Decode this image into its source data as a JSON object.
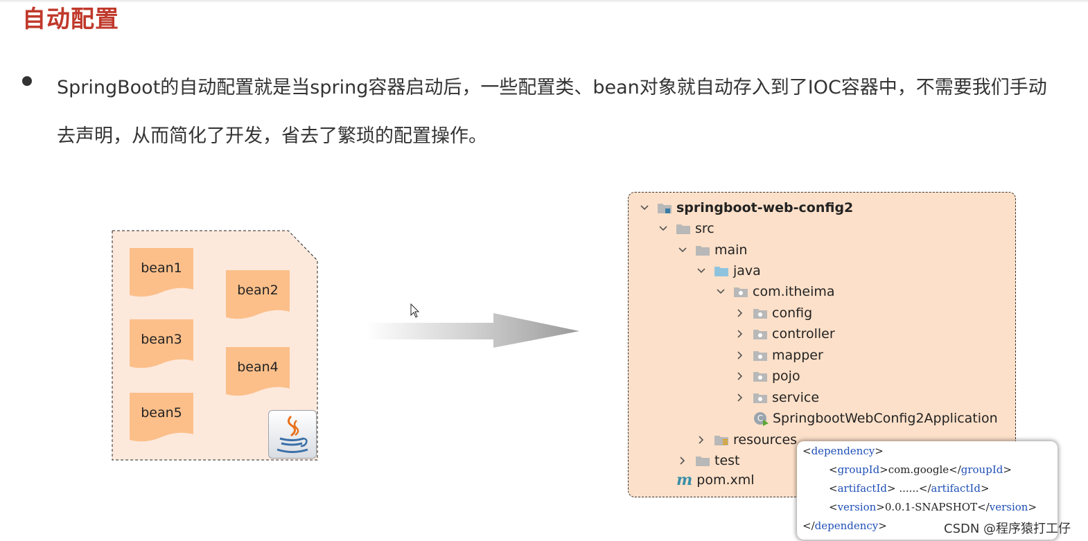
{
  "slide": {
    "title": "自动配置",
    "bullet": "SpringBoot的自动配置就是当spring容器启动后，一些配置类、bean对象就自动存入到了IOC容器中，不需要我们手动去声明，从而简化了开发，省去了繁琐的配置操作。"
  },
  "beans": [
    "bean1",
    "bean2",
    "bean3",
    "bean4",
    "bean5"
  ],
  "tree": {
    "project": "springboot-web-config2",
    "src": "src",
    "main": "main",
    "java": "java",
    "package": "com.itheima",
    "sub_packages": [
      "config",
      "controller",
      "mapper",
      "pojo",
      "service"
    ],
    "app_class": "SpringbootWebConfig2Application",
    "resources": "resources",
    "test": "test",
    "pom": "pom.xml"
  },
  "dependency": {
    "open_tag": "dependency",
    "groupId_tag": "groupId",
    "groupId": "com.google",
    "artifactId_tag": "artifactId",
    "artifactId": "......",
    "version_tag": "version",
    "version": "0.0.1-SNAPSHOT"
  },
  "watermark": "CSDN @程序猿打工仔",
  "colors": {
    "title": "#c0392b",
    "bean": "#fcbf8a",
    "doc_bg": "#fde9dc",
    "tree_bg": "#fde0c9",
    "xml_tag": "#1f4fb6"
  }
}
